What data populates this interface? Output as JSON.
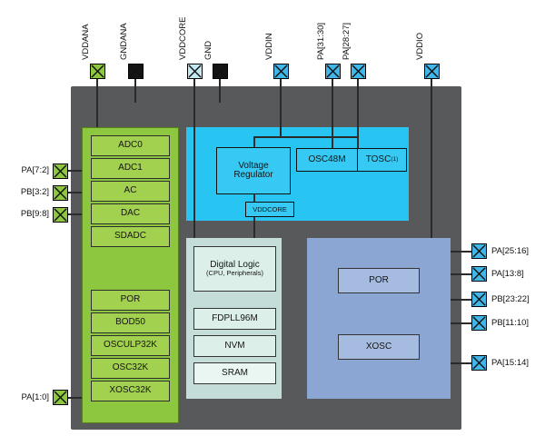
{
  "colors": {
    "board_bg": "#58595b",
    "analog_domain": "#8dc63f",
    "analog_module": "#a2d04f",
    "vddin_domain": "#29c5f2",
    "core_domain": "#c4ddd8",
    "core_module": "#dcefe9",
    "sram_module": "#eaf6f1",
    "vddio_domain": "#8ba6d2",
    "vddio_module": "#a5bbe0",
    "pin_green": "#8dc63f",
    "pin_blue": "#41b6e8",
    "pin_lightcyan": "#c4e9f2",
    "pin_black": "#141414",
    "wire": "#2b2b2b"
  },
  "pins": {
    "top": [
      {
        "label": "VDDANA",
        "type": "green"
      },
      {
        "label": "GNDANA",
        "type": "black"
      },
      {
        "label": "VDDCORE",
        "type": "lightcyan"
      },
      {
        "label": "GND",
        "type": "black"
      },
      {
        "label": "VDDIN",
        "type": "blue"
      },
      {
        "label": "PA[31:30]",
        "type": "blue"
      },
      {
        "label": "PA[28:27]",
        "type": "blue"
      },
      {
        "label": "VDDIO",
        "type": "blue"
      }
    ],
    "left": [
      {
        "label": "PA[7:2]",
        "type": "green"
      },
      {
        "label": "PB[3:2]",
        "type": "green"
      },
      {
        "label": "PB[9:8]",
        "type": "green"
      },
      {
        "label": "PA[1:0]",
        "type": "green"
      }
    ],
    "right": [
      {
        "label": "PA[25:16]",
        "type": "blue"
      },
      {
        "label": "PA[13:8]",
        "type": "blue"
      },
      {
        "label": "PB[23:22]",
        "type": "blue"
      },
      {
        "label": "PB[11:10]",
        "type": "blue"
      },
      {
        "label": "PA[15:14]",
        "type": "blue"
      }
    ]
  },
  "analog_domain": {
    "modules_top": [
      "ADC0",
      "ADC1",
      "AC",
      "DAC",
      "SDADC"
    ],
    "modules_bottom": [
      "POR",
      "BOD50",
      "OSCULP32K",
      "OSC32K",
      "XOSC32K"
    ]
  },
  "vddin_domain": {
    "regulator_label": "Voltage Regulator",
    "osc48m_label": "OSC48M",
    "tosc_label": "TOSC",
    "tosc_superscript": "(1)",
    "vddcore_tag": "VDDCORE"
  },
  "core_domain": {
    "digital_logic_title": "Digital Logic",
    "digital_logic_subtitle": "(CPU, Peripherals)",
    "fdpll_label": "FDPLL96M",
    "nvm_label": "NVM",
    "sram_label": "SRAM"
  },
  "vddio_domain": {
    "por_label": "POR",
    "xosc_label": "XOSC"
  }
}
